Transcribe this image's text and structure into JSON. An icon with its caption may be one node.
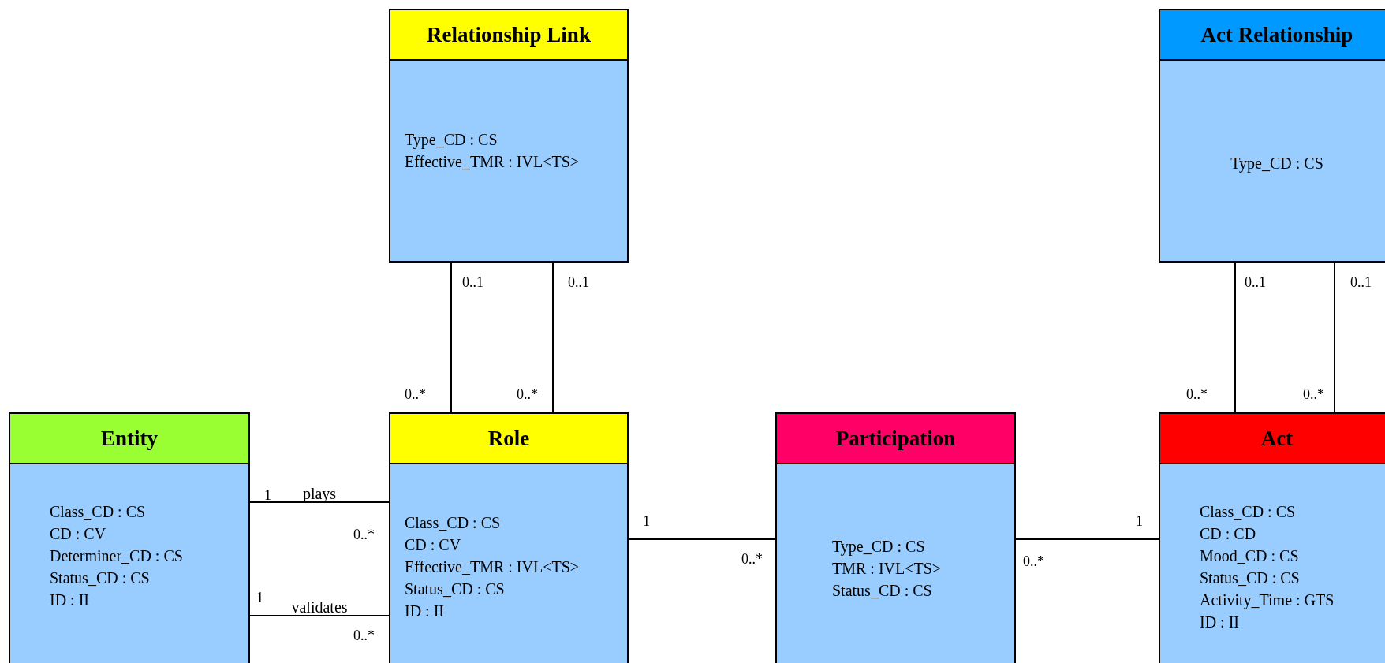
{
  "diagram": {
    "nodes": [
      {
        "text": [
          "Relationship Link",
          "Type_CD : CS",
          "Effective_TMR : IVL<TS>"
        ]
      },
      {
        "text": [
          "Act Relationship",
          "Type_CD : CS"
        ]
      },
      {
        "text": [
          "Entity",
          "Class_CD : CS",
          "CD : CV",
          "Determiner_CD : CS",
          "Status_CD : CS",
          "ID : II"
        ]
      },
      {
        "text": [
          "Role",
          "Class_CD : CS",
          "CD : CV",
          "Effective_TMR : IVL<TS>",
          "Status_CD : CS",
          "ID : II"
        ]
      },
      {
        "text": [
          "Participation",
          "Type_CD : CS",
          "TMR : IVL<TS>",
          "Status_CD : CS"
        ]
      },
      {
        "text": [
          "Act",
          "Class_CD : CS",
          "CD : CD",
          "Mood_CD : CS",
          "Status_CD : CS",
          "Activity_Time : GTS",
          "ID : II"
        ]
      }
    ],
    "edges": [
      {
        "from": 2,
        "to": 3,
        "arrow": "none",
        "label": "plays"
      },
      {
        "from": 2,
        "to": 3,
        "arrow": "none",
        "label": "validates"
      },
      {
        "from": 0,
        "to": 3,
        "arrow": "none"
      },
      {
        "from": 0,
        "to": 3,
        "arrow": "none"
      },
      {
        "from": 3,
        "to": 4,
        "arrow": "none"
      },
      {
        "from": 4,
        "to": 5,
        "arrow": "none"
      },
      {
        "from": 1,
        "to": 5,
        "arrow": "none"
      },
      {
        "from": 1,
        "to": 5,
        "arrow": "none"
      }
    ],
    "labels": [
      "0..1",
      "0..1",
      "0..1",
      "0..1",
      "0..*",
      "0..*",
      "0..*",
      "0..*",
      "1",
      "1",
      "1",
      "0..*",
      "0..*",
      "0..*",
      "1",
      "0..*"
    ]
  }
}
